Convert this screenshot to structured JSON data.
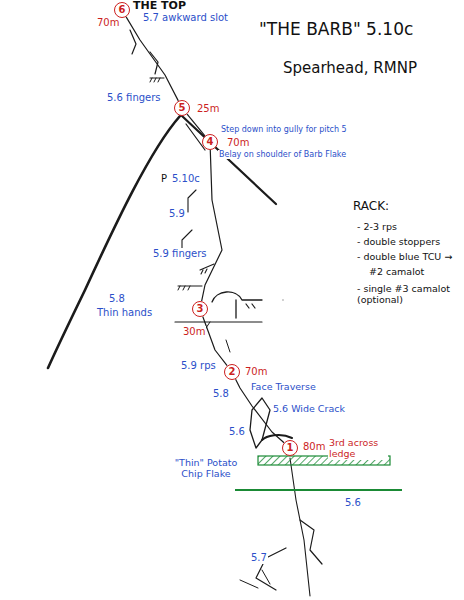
{
  "diagram": {
    "title": "\"THE BARB\" 5.10c",
    "nodes": [
      {
        "text": [
          "6"
        ]
      },
      {
        "text": [
          "5"
        ]
      },
      {
        "text": [
          "4"
        ]
      },
      {
        "text": [
          "3"
        ]
      },
      {
        "text": [
          "2"
        ]
      },
      {
        "text": [
          "1"
        ]
      }
    ],
    "edges": [
      {
        "from": 5,
        "to": 4,
        "arrow": "none"
      },
      {
        "from": 4,
        "to": 3,
        "arrow": "none"
      },
      {
        "from": 3,
        "to": 2,
        "arrow": "none"
      },
      {
        "from": 2,
        "to": 1,
        "arrow": "none"
      },
      {
        "from": 1,
        "to": 0,
        "arrow": "none"
      }
    ],
    "labels": [
      "THE TOP",
      "70m",
      "5.7 awkward slot",
      "Spearhead, RMNP",
      "5.6 fingers",
      "25m",
      "Step down into gully for pitch 5",
      "70m",
      "Belay on shoulder of Barb Flake",
      "P",
      "5.10c",
      "5.9",
      "5.9 fingers",
      "RACK:",
      "- 2-3 rps",
      "- double stoppers",
      "- double blue TCU →",
      "#2 camalot",
      "- single #3 camalot (optional)",
      "5.8",
      "Thin hands",
      "30m",
      "5.9 rps",
      "70m",
      "5.8",
      "Face Traverse",
      "5.6 Wide Crack",
      "5.6",
      "80m",
      "3rd across ledge",
      "\"Thin\" Potato Chip Flake",
      "5.6",
      "5.7"
    ]
  }
}
